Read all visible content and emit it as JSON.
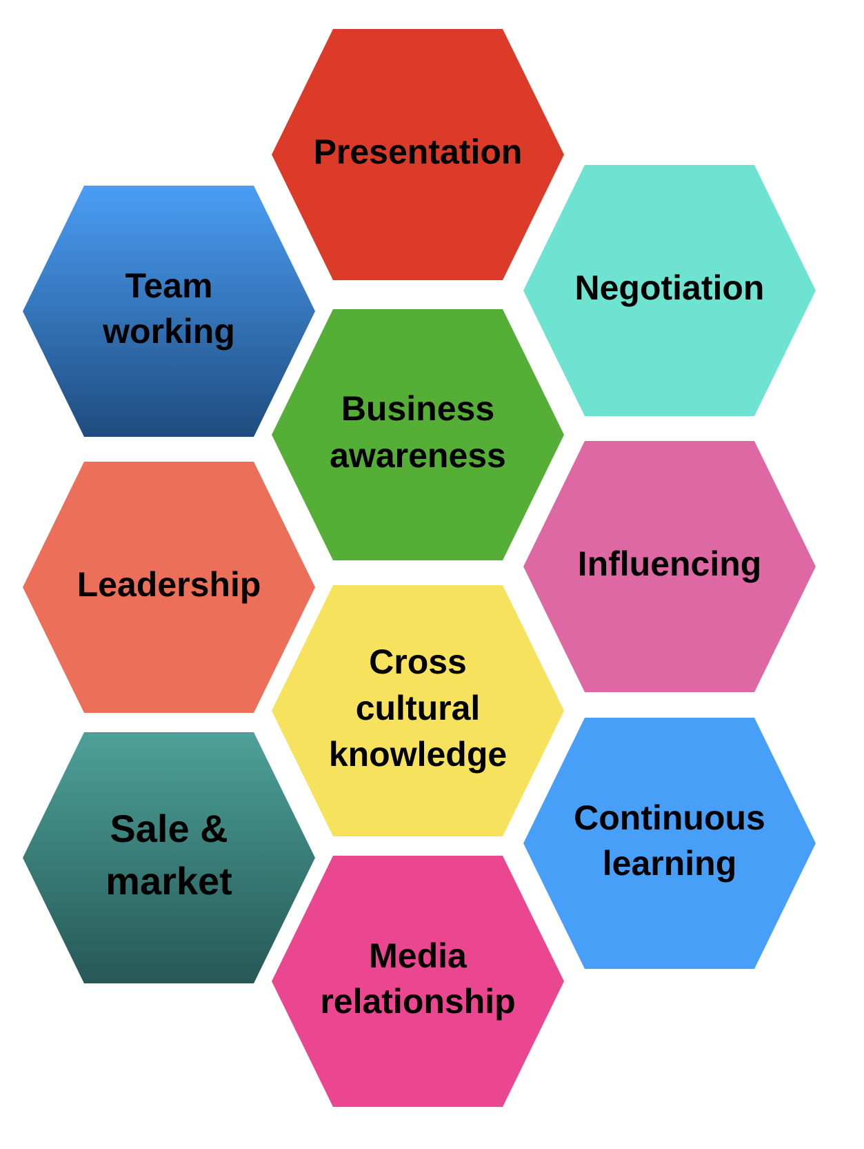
{
  "hexagons": [
    {
      "id": "presentation",
      "lines": [
        "Presentation"
      ],
      "fill": "#DB3B28"
    },
    {
      "id": "team-working",
      "lines": [
        "Team",
        "working"
      ],
      "gradient": [
        "#4A9DF5",
        "#1F4C7E"
      ]
    },
    {
      "id": "negotiation",
      "lines": [
        "Negotiation"
      ],
      "fill": "#6FE3D1"
    },
    {
      "id": "business-awareness",
      "lines": [
        "Business",
        "awareness"
      ],
      "fill": "#55AE35"
    },
    {
      "id": "leadership",
      "lines": [
        "Leadership"
      ],
      "fill": "#EC6F59"
    },
    {
      "id": "influencing",
      "lines": [
        "Influencing"
      ],
      "fill": "#DD68A3"
    },
    {
      "id": "cross-cultural-knowledge",
      "lines": [
        "Cross",
        "cultural",
        "knowledge"
      ],
      "fill": "#F6E25C"
    },
    {
      "id": "sale-market",
      "lines": [
        "Sale &",
        "market"
      ],
      "gradient": [
        "#4DA199",
        "#265856"
      ]
    },
    {
      "id": "continuous-learning",
      "lines": [
        "Continuous",
        "learning"
      ],
      "fill": "#489FF7"
    },
    {
      "id": "media-relationship",
      "lines": [
        "Media",
        "relationship"
      ],
      "fill": "#EB4791"
    }
  ]
}
